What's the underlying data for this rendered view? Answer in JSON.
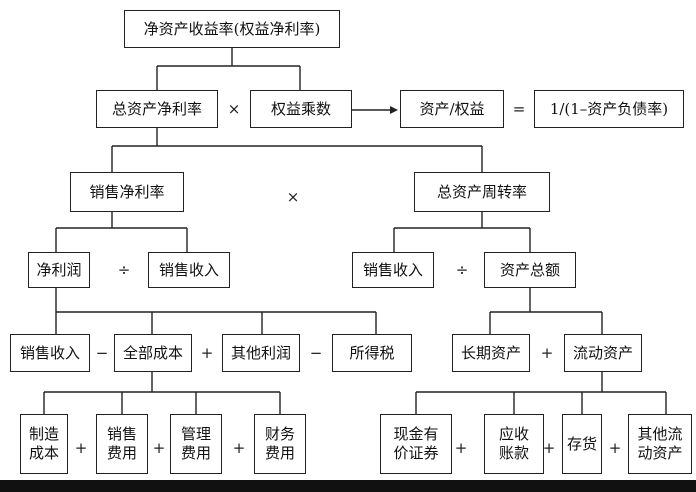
{
  "nodes": {
    "roe": "净资产收益率(权益净利率)",
    "roa": "总资产净利率",
    "equity_multiplier": "权益乘数",
    "assets_over_equity": "资产/权益",
    "one_over_debt": "1/(1–资产负债率)",
    "net_profit_margin": "销售净利率",
    "asset_turnover": "总资产周转率",
    "net_profit": "净利润",
    "sales_revenue_a": "销售收入",
    "sales_revenue_b": "销售收入",
    "total_assets": "资产总额",
    "sales_revenue_c": "销售收入",
    "total_cost": "全部成本",
    "other_profit": "其他利润",
    "income_tax": "所得税",
    "long_term_assets": "长期资产",
    "current_assets": "流动资产",
    "manufacturing_cost": "制造\n成本",
    "selling_expense": "销售\n费用",
    "admin_expense": "管理\n费用",
    "finance_expense": "财务\n费用",
    "cash_securities": "现金有\n价证券",
    "receivables": "应收\n账款",
    "inventory": "存货",
    "other_current_assets": "其他流\n动资产"
  },
  "operators": {
    "times_1": "×",
    "equals_1": "=",
    "times_2": "×",
    "divide_1": "÷",
    "divide_2": "÷",
    "minus_1": "−",
    "plus_1": "+",
    "minus_2": "−",
    "plus_2": "+",
    "plus_3": "+",
    "plus_4": "+",
    "plus_5": "+",
    "plus_6": "+",
    "plus_7": "+",
    "plus_8": "+"
  }
}
